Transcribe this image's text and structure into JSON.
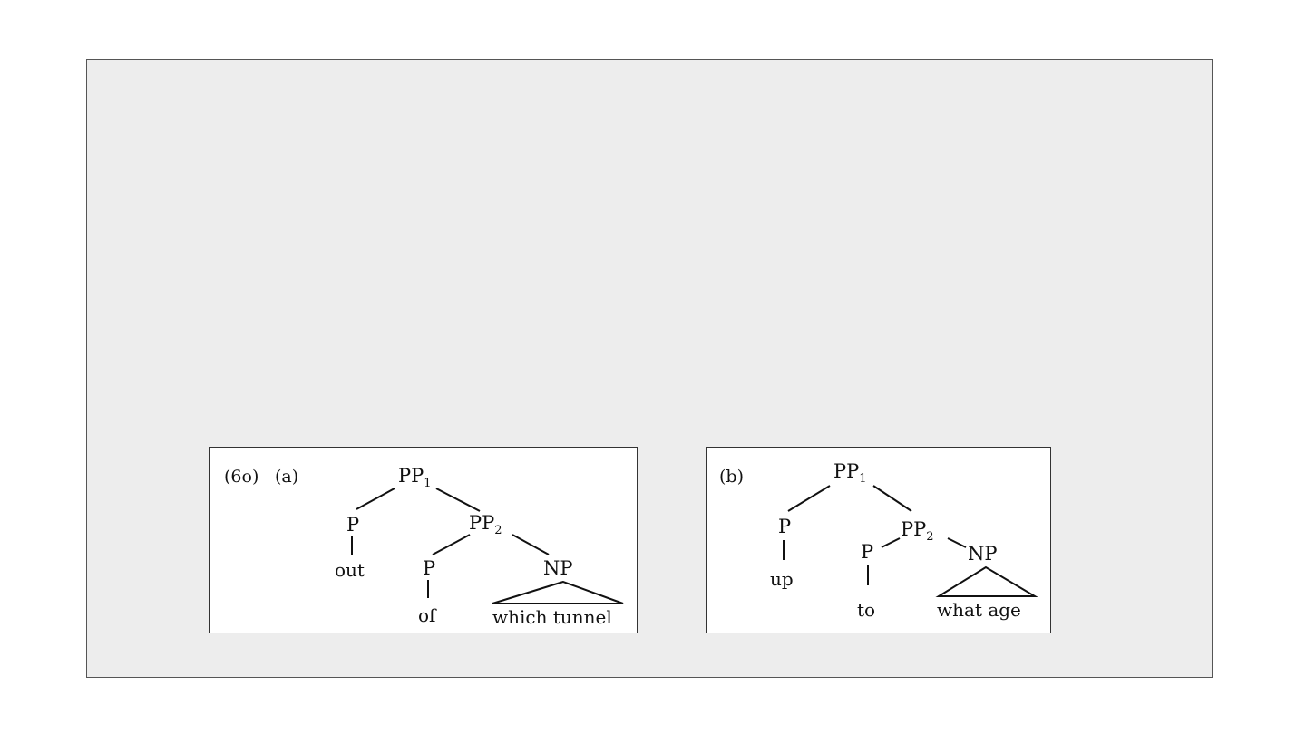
{
  "tree_a": {
    "example_number": "(6o)",
    "label": "(a)",
    "root": "PP",
    "root_sub": "1",
    "p1": "P",
    "p1_word": "out",
    "pp2": "PP",
    "pp2_sub": "2",
    "p2": "P",
    "p2_word": "of",
    "np": "NP",
    "np_words": "which tunnel"
  },
  "tree_b": {
    "label": "(b)",
    "root": "PP",
    "root_sub": "1",
    "p1": "P",
    "p1_word": "up",
    "pp2": "PP",
    "pp2_sub": "2",
    "p2": "P",
    "p2_word": "to",
    "np": "NP",
    "np_words": "what age"
  }
}
